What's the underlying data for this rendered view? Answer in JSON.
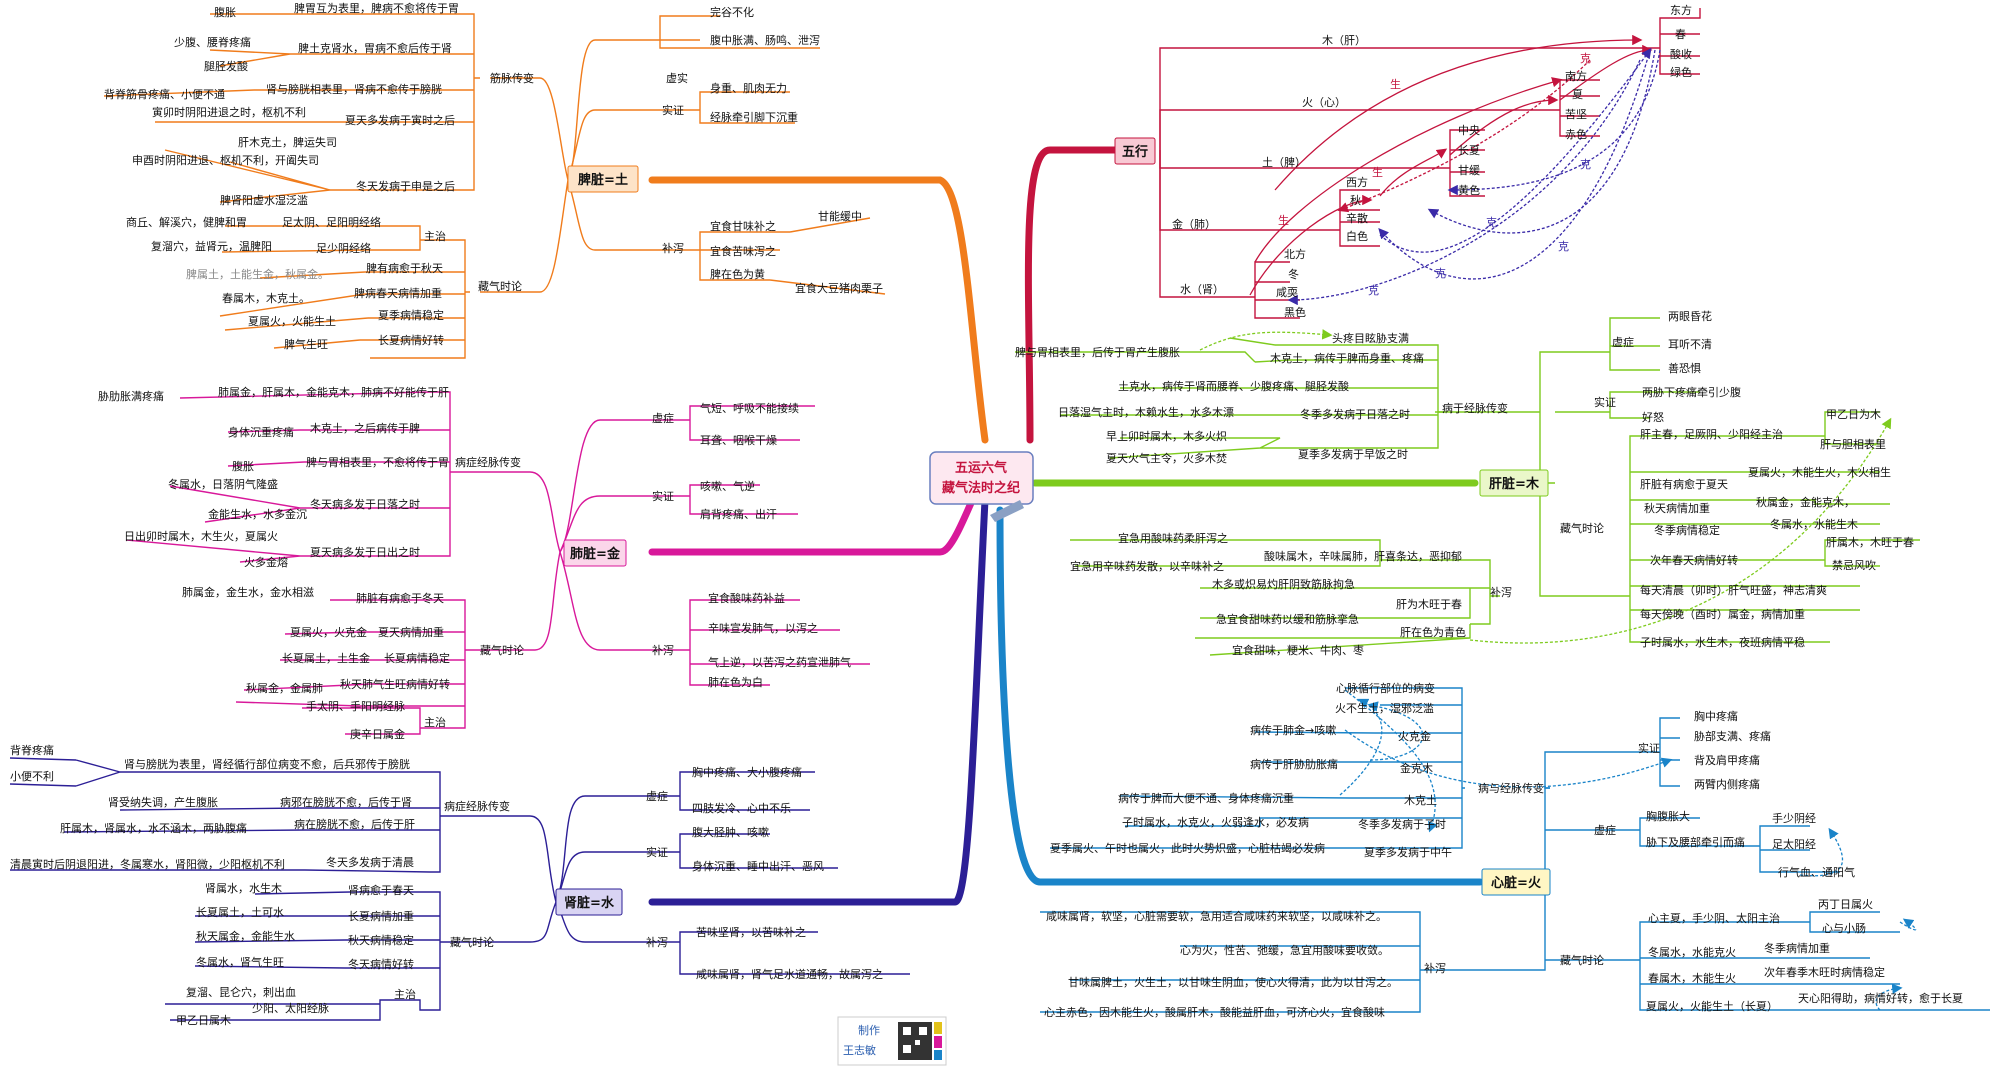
{
  "colors": {
    "spleen": "#f07c1c",
    "lung": "#d8189a",
    "kidney": "#2c1f96",
    "liver": "#7ecb1e",
    "heart": "#1a84c9",
    "wuxing": "#c4143e",
    "text": "#111111"
  },
  "center": {
    "title1": "五运六气",
    "title2": "藏气法时之纪"
  },
  "credit": {
    "label1": "制作",
    "label2": "王志敏"
  },
  "wuxing": {
    "root": "五行",
    "wood": {
      "label": "木（肝）",
      "items": [
        "东方",
        "春",
        "酸收",
        "绿色"
      ]
    },
    "fire": {
      "label": "火（心）",
      "items": [
        "南方",
        "夏",
        "苦坚",
        "赤色"
      ]
    },
    "earth": {
      "label": "土（脾）",
      "items": [
        "中央",
        "长夏",
        "甘缓",
        "黄色"
      ]
    },
    "metal": {
      "label": "金（肺）",
      "items": [
        "西方",
        "秋",
        "辛散",
        "白色"
      ]
    },
    "water": {
      "label": "水（肾）",
      "items": [
        "北方",
        "冬",
        "咸耎",
        "黑色"
      ]
    },
    "sheng": "生",
    "ke": "克"
  },
  "spleen": {
    "root": "脾脏=土",
    "xushi": {
      "label": "虚实",
      "xu": "完谷不化",
      "xu2": "腹中胀满、肠鸣、泄泻",
      "shi_label": "实证",
      "shi1": "身重、肌肉无力",
      "shi2": "经脉牵引脚下沉重"
    },
    "buxie": {
      "label": "补泻",
      "l1": "宜食甘味补之",
      "l1r": "甘能缓中",
      "l2": "宜食苦味泻之",
      "l3": "脾在色为黄",
      "l3r": "宜食大豆猪肉栗子"
    },
    "jingmai": {
      "label": "筋脉传变",
      "a": "脾胃互为表里，脾病不愈将传于胃",
      "a_l": "腹胀",
      "b": "脾土克肾水，胃病不愈后传于肾",
      "b_l1": "少腹、腰脊疼痛",
      "b_l2": "腿胫发酸",
      "c": "肾与膀胱相表里，肾病不愈传于膀胱",
      "c_l": "背脊筋骨疼痛、小便不通",
      "d": "夏天多发病于寅时之后",
      "d_l": "寅卯时阴阳进退之时，枢机不利",
      "e": "冬天发病于申是之后",
      "e_l1": "肝木克土，脾运失司",
      "e_l2": "申酉时阴阳进退、枢机不利，开阖失司",
      "e_l3": "脾肾阳虚水湿泛滥"
    },
    "zangqi": {
      "label": "藏气时论",
      "zhuzhi": "主治",
      "z1": "足太阴、足阳明经络",
      "z1_l": "商丘、解溪穴，健脾和胃",
      "z2": "足少阴经络",
      "z2_l": "复溜穴，益肾元，温脾阳",
      "q1": "脾有病愈于秋天",
      "q1_l": "脾属土，土能生金，秋属金。",
      "q2": "脾病春天病情加重",
      "q2_l": "春属木，木克土。",
      "q3": "夏季病情稳定",
      "q3_l": "夏属火，火能生土",
      "q4": "长夏病情好转",
      "q4_l": "脾气生旺"
    }
  },
  "lung": {
    "root": "肺脏=金",
    "xu": {
      "label": "虚症",
      "a": "气短、呼吸不能接续",
      "b": "耳聋、咽喉干燥"
    },
    "shi": {
      "label": "实证",
      "a": "咳嗽、气逆",
      "b": "肩背疼痛、出汗"
    },
    "buxie": {
      "label": "补泻",
      "a": "宜食酸味药补益",
      "b": "辛味宣发肺气，以泻之",
      "c": "气上逆，以苦泻之药宣泄肺气",
      "d": "肺在色为白"
    },
    "bing": {
      "label": "病症经脉传变",
      "a": "肺属金，肝属木，金能克木，肺病不好能传于肝",
      "a_l": "胁肋胀满疼痛",
      "b": "木克土，之后病传于脾",
      "b_l": "身体沉重疼痛",
      "c": "脾与胃相表里，不愈将传于胃",
      "c_l": "腹胀",
      "d": "冬天病多发于日落之时",
      "d_l1": "冬属水，日落阴气隆盛",
      "d_l2": "金能生水，水多金沉",
      "e": "夏天病多发于日出之时",
      "e_l1": "日出卯时属木，木生火，夏属火",
      "e_l2": "火多金熔"
    },
    "zangqi": {
      "label": "藏气时论",
      "a": "肺脏有病愈于冬天",
      "a_l": "肺属金，金生水，金水相滋",
      "b": "夏天病情加重",
      "b_l": "夏属火，火克金",
      "c": "长夏病情稳定",
      "c_l": "长夏属土，土生金",
      "d": "秋天肺气生旺病情好转",
      "d_l": "秋属金，金属肺",
      "zhuzhi": "主治",
      "z1": "手太阴、手阳明经脉",
      "z2": "庚辛日属金"
    }
  },
  "kidney": {
    "root": "肾脏=水",
    "xu": {
      "label": "虚症",
      "a": "胸中疼痛、大小腹疼痛",
      "b": "四肢发冷、心中不乐"
    },
    "shi": {
      "label": "实证",
      "a": "腹大胫肿、咳嗽",
      "b": "身体沉重、睡中出汗、恶风"
    },
    "buxie": {
      "label": "补泻",
      "a": "苦味坚肾，以苦味补之",
      "b": "咸味属肾，肾气足水道通畅，故属泻之"
    },
    "bing": {
      "label": "病症经脉传变",
      "a": "肾与膀胱为表里，肾经循行部位病变不愈，后兵邪传于膀胱",
      "a_l1": "背脊疼痛",
      "a_l2": "小便不利",
      "b": "病邪在膀胱不愈，后传于肾",
      "b_l": "肾受纳失调，产生腹胀",
      "c": "病在膀胱不愈，后传于肝",
      "c_l": "肝属木，肾属水，水不涵木，两胁腹痛",
      "d": "冬天多发病于清晨",
      "d_l": "清晨寅时后阴退阳进，冬属寒水，肾阳微，少阳枢机不利"
    },
    "zangqi": {
      "label": "藏气时论",
      "a": "肾病愈于春天",
      "a_l": "肾属水，水生木",
      "b": "长夏病情加重",
      "b_l": "长夏属土，土可水",
      "c": "秋天病情稳定",
      "c_l": "秋天属金，金能生水",
      "d": "冬天病情好转",
      "d_l": "冬属水，肾气生旺",
      "zhuzhi": "主治",
      "z1": "少阳、太阳经脉",
      "z1_l1": "复溜、昆仑穴，刺出血",
      "z1_l2": "甲乙日属木"
    }
  },
  "liver": {
    "root": "肝脏=木",
    "xu": {
      "label": "虚症",
      "a": "两眼昏花",
      "b": "耳听不清",
      "c": "善恐惧"
    },
    "shi": {
      "label": "实证",
      "a": "两胁下疼痛牵引少腹",
      "b": "好怒"
    },
    "zangqi": {
      "label": "藏气时论",
      "a": "肝主春，足厥阴、少阳经主治",
      "a_r1": "甲乙日为木",
      "a_r2": "肝与胆相表里",
      "b": "肝脏有病愈于夏天",
      "b_r": "夏属火，木能生火，木火相生",
      "c": "秋天病情加重",
      "c_r": "秋属金，金能克木，",
      "d": "冬季病情稳定",
      "d_r": "冬属水，水能生木",
      "e": "次年春天病情好转",
      "e_r1": "肝属木，木旺于春",
      "e_r2": "禁忌风吹",
      "f": "每天清晨（卯时）肝气旺盛，神志清爽",
      "g": "每天傍晚（酉时）属金，病情加重",
      "h": "子时属水，水生木，夜班病情平稳"
    },
    "bing": {
      "label": "病于经脉传变",
      "a": "头疼目眩胁支满",
      "b": "木克土，病传于脾而身重、疼痛",
      "b_l": "脾与胃相表里，后传于胃产生腹胀",
      "c": "土克水，病传于肾而腰脊、少腹疼痛、腿胫发酸",
      "d": "冬季多发病于日落之时",
      "d_l": "日落湿气主时，木赖水生，水多木漂",
      "e": "夏季多发病于早饭之时",
      "e_l1": "早上卯时属木，木多火炽",
      "e_l2": "夏天火气主令，火多木焚"
    },
    "buxie": {
      "label": "补泻",
      "a": "酸味属木，辛味属肺，肝喜条达，恶抑郁",
      "a_l1": "宜急用酸味药柔肝泻之",
      "a_l2": "宜急用辛味药发散，以辛味补之",
      "b": "肝为木旺于春",
      "b_l1": "木多或炽易灼肝阴致筋脉拘急",
      "b_l2": "急宜食甜味药以缓和筋脉挛急",
      "c": "肝在色为青色",
      "c_l": "宜食甜味，粳米、牛肉、枣"
    }
  },
  "heart": {
    "root": "心脏=火",
    "bing": {
      "label": "病与经脉传变",
      "a": "心脉循行部位的病变",
      "b": "火不生土，湿邪泛滥",
      "c": "火克金",
      "c_l": "病传于肺金→咳嗽",
      "d": "金克木",
      "d_l": "病传于肝胁肋胀痛",
      "e": "木克土",
      "e_l": "病传于脾而大便不通、身体疼痛沉重",
      "f": "冬季多发病于子时",
      "f_l": "子时属水，水克火，火弱逢水，必发病",
      "g": "夏季多发病于中午",
      "g_l": "夏季属火、午时也属火，此时火势炽盛，心脏枯竭必发病"
    },
    "shi": {
      "label": "实证",
      "a": "胸中疼痛",
      "b": "胁部支满、疼痛",
      "c": "背及肩甲疼痛",
      "d": "两臂内侧疼痛"
    },
    "xu": {
      "label": "虚症",
      "a": "胸腹胀大",
      "b": "胁下及腰部牵引而痛",
      "b_r1": "手少阴经",
      "b_r2": "足太阳经",
      "b_r3": "行气血、通阳气"
    },
    "buxie": {
      "label": "补泻",
      "a": "咸味属肾，软坚，心脏需要软，急用适合咸味药来软坚，以咸味补之。",
      "b": "心为火，性苦、弛缓，急宜用酸味要收敛。",
      "c": "甘味属脾土，火生土，以甘味生阴血，使心火得清，此为以甘泻之。",
      "d": "心主赤色，因木能生火，酸属肝木，酸能益肝血，可济心火，宜食酸味"
    },
    "zangqi": {
      "label": "藏气时论",
      "a": "心主夏，手少阴、太阳主治",
      "a_r1": "丙丁日属火",
      "a_r2": "心与小肠",
      "b": "冬属水，水能克火",
      "b_r": "冬季病情加重",
      "c": "春属木，木能生火",
      "c_r": "次年春季木旺时病情稳定",
      "d": "夏属火，火能生土（长夏）",
      "d_r": "天心阳得助，病情好转，愈于长夏"
    }
  }
}
